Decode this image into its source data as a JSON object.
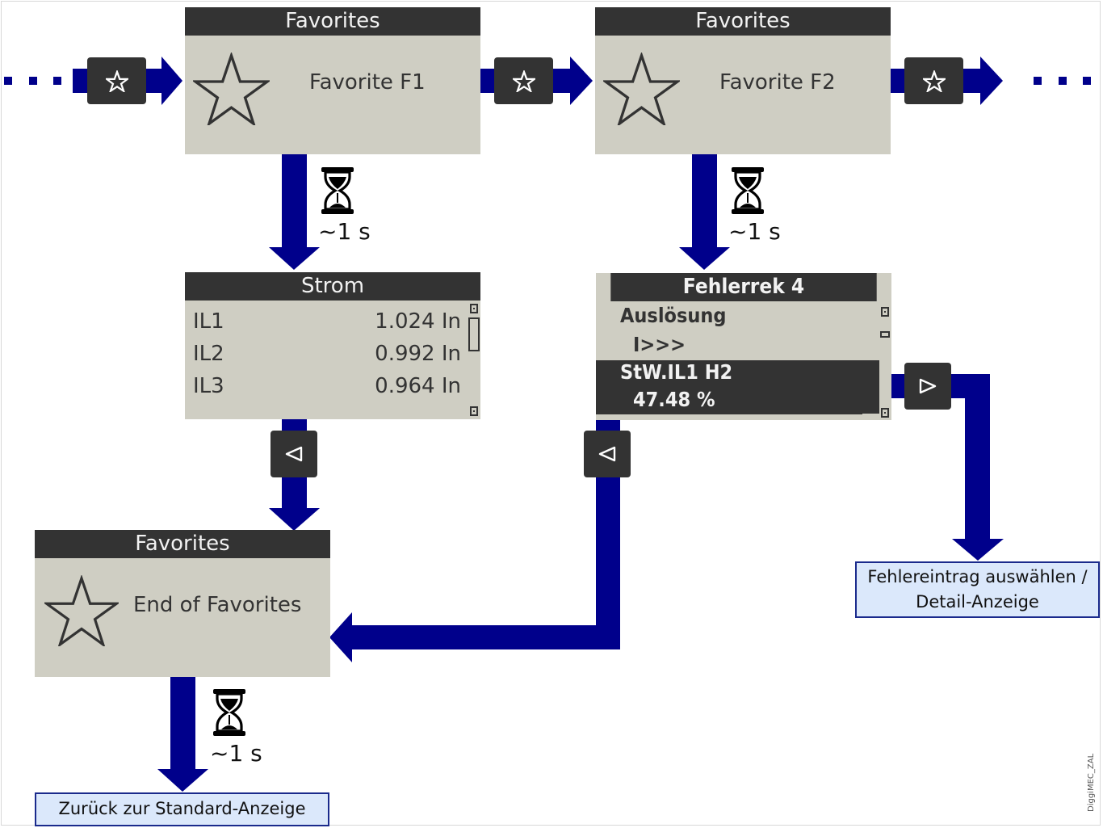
{
  "screens": {
    "fav1": {
      "header": "Favorites",
      "label": "Favorite F1"
    },
    "fav2": {
      "header": "Favorites",
      "label": "Favorite F2"
    },
    "strom": {
      "header": "Strom",
      "rows": [
        {
          "name": "IL1",
          "value": "1.024 In"
        },
        {
          "name": "IL2",
          "value": "0.992 In"
        },
        {
          "name": "IL3",
          "value": "0.964 In"
        }
      ]
    },
    "fehler": {
      "header": "Fehlerrek 4",
      "line1": "Auslösung",
      "line2": "I>>>",
      "line3": "StW.IL1 H2",
      "line4": "47.48 %"
    },
    "end": {
      "header": "Favorites",
      "label": "End of Favorites"
    }
  },
  "delays": {
    "label": "~1 s"
  },
  "notes": {
    "detail_line1": "Fehlereintrag auswählen /",
    "detail_line2": "Detail-Anzeige",
    "back": "Zurück zur Standard-Anzeige"
  },
  "reference": "DiggiMEC_ZAL",
  "icons": {
    "favorite_key": "star-icon",
    "left_key": "triangle-left-icon",
    "right_key": "triangle-right-icon",
    "timer": "hourglass-icon"
  },
  "colors": {
    "arrow": "#00008b",
    "header_bg": "#333333",
    "screen_bg": "#cfcec3",
    "note_bg": "#dbe8fb",
    "note_border": "#1a2a8c"
  }
}
